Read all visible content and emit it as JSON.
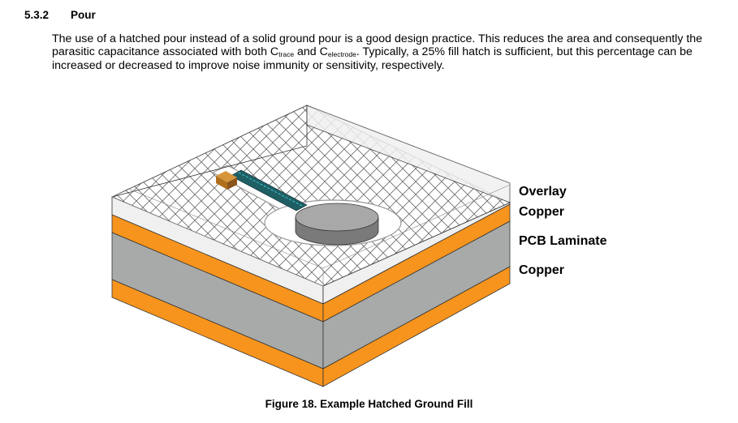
{
  "section": {
    "number": "5.3.2",
    "title": "Pour"
  },
  "paragraph": {
    "part1": "The use of a hatched pour instead of a solid ground pour is a good design practice. This reduces the area and consequently the parasitic capacitance associated with both C",
    "sub1": "trace",
    "part2": " and C",
    "sub2": "electrode",
    "part3": ". Typically, a 25% fill hatch is sufficient, but this percentage can be increased or decreased to improve noise immunity or sensitivity, respectively."
  },
  "figure": {
    "labels": [
      "Overlay",
      "Copper",
      "PCB Laminate",
      "Copper"
    ],
    "caption": "Figure 18. Example Hatched Ground Fill",
    "colors": {
      "copper": "#f7941d",
      "laminate_side": "#a7aaa9",
      "overlay": "#f0f0f0",
      "trace": "#1f5f63",
      "trace_highlight": "#35b8c8",
      "pad_end": "#c9822b",
      "electrode_top": "#a8a8a8",
      "electrode_side": "#7a7a7a"
    }
  }
}
